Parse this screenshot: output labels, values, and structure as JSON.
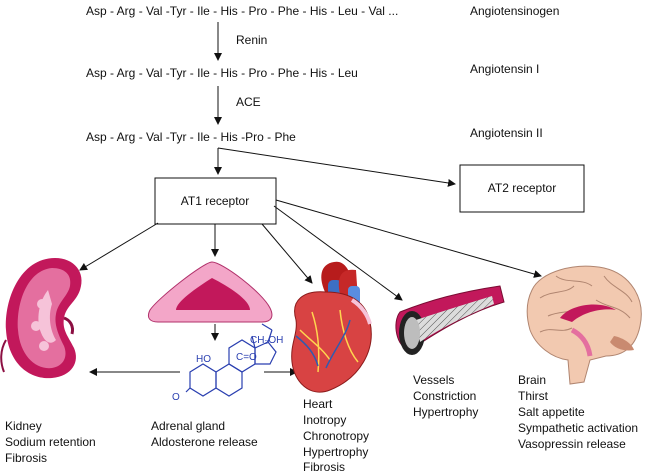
{
  "cascade": {
    "angiotensinogen_seq": "Asp - Arg - Val -Tyr - Ile - His - Pro - Phe - His - Leu - Val ...",
    "angiotensinogen_name": "Angiotensinogen",
    "renin": "Renin",
    "angiotensin1_seq": "Asp - Arg - Val -Tyr - Ile - His - Pro - Phe - His - Leu",
    "angiotensin1_name": "Angiotensin I",
    "ace": "ACE",
    "angiotensin2_seq": "Asp - Arg - Val -Tyr - Ile - His -Pro - Phe",
    "angiotensin2_name": "Angiotensin II"
  },
  "receptors": {
    "at1": "AT1 receptor",
    "at2": "AT2 receptor"
  },
  "chemistry": {
    "ch2oh": "CH₂OH",
    "co": "C=O",
    "ho": "HO",
    "o": "O"
  },
  "organs": {
    "kidney": {
      "title": "Kidney",
      "effects": [
        "Sodium retention",
        "Fibrosis"
      ]
    },
    "adrenal": {
      "title": "Adrenal gland",
      "effects": [
        "Aldosterone release"
      ]
    },
    "heart": {
      "title": "Heart",
      "effects": [
        "Inotropy",
        "Chronotropy",
        "Hypertrophy",
        "Fibrosis"
      ]
    },
    "vessels": {
      "title": "Vessels",
      "effects": [
        "Constriction",
        "Hypertrophy"
      ]
    },
    "brain": {
      "title": "Brain",
      "effects": [
        "Thirst",
        "Salt appetite",
        "Sympathetic activation",
        "Vasopressin release"
      ]
    }
  },
  "colors": {
    "organ_pink": "#c2185b",
    "organ_light": "#f3a6c8",
    "heart_red": "#c62828",
    "vessel_blue": "#3d6fc4",
    "brain_skin": "#f2c9b0",
    "chem_blue": "#2a3fb0"
  }
}
